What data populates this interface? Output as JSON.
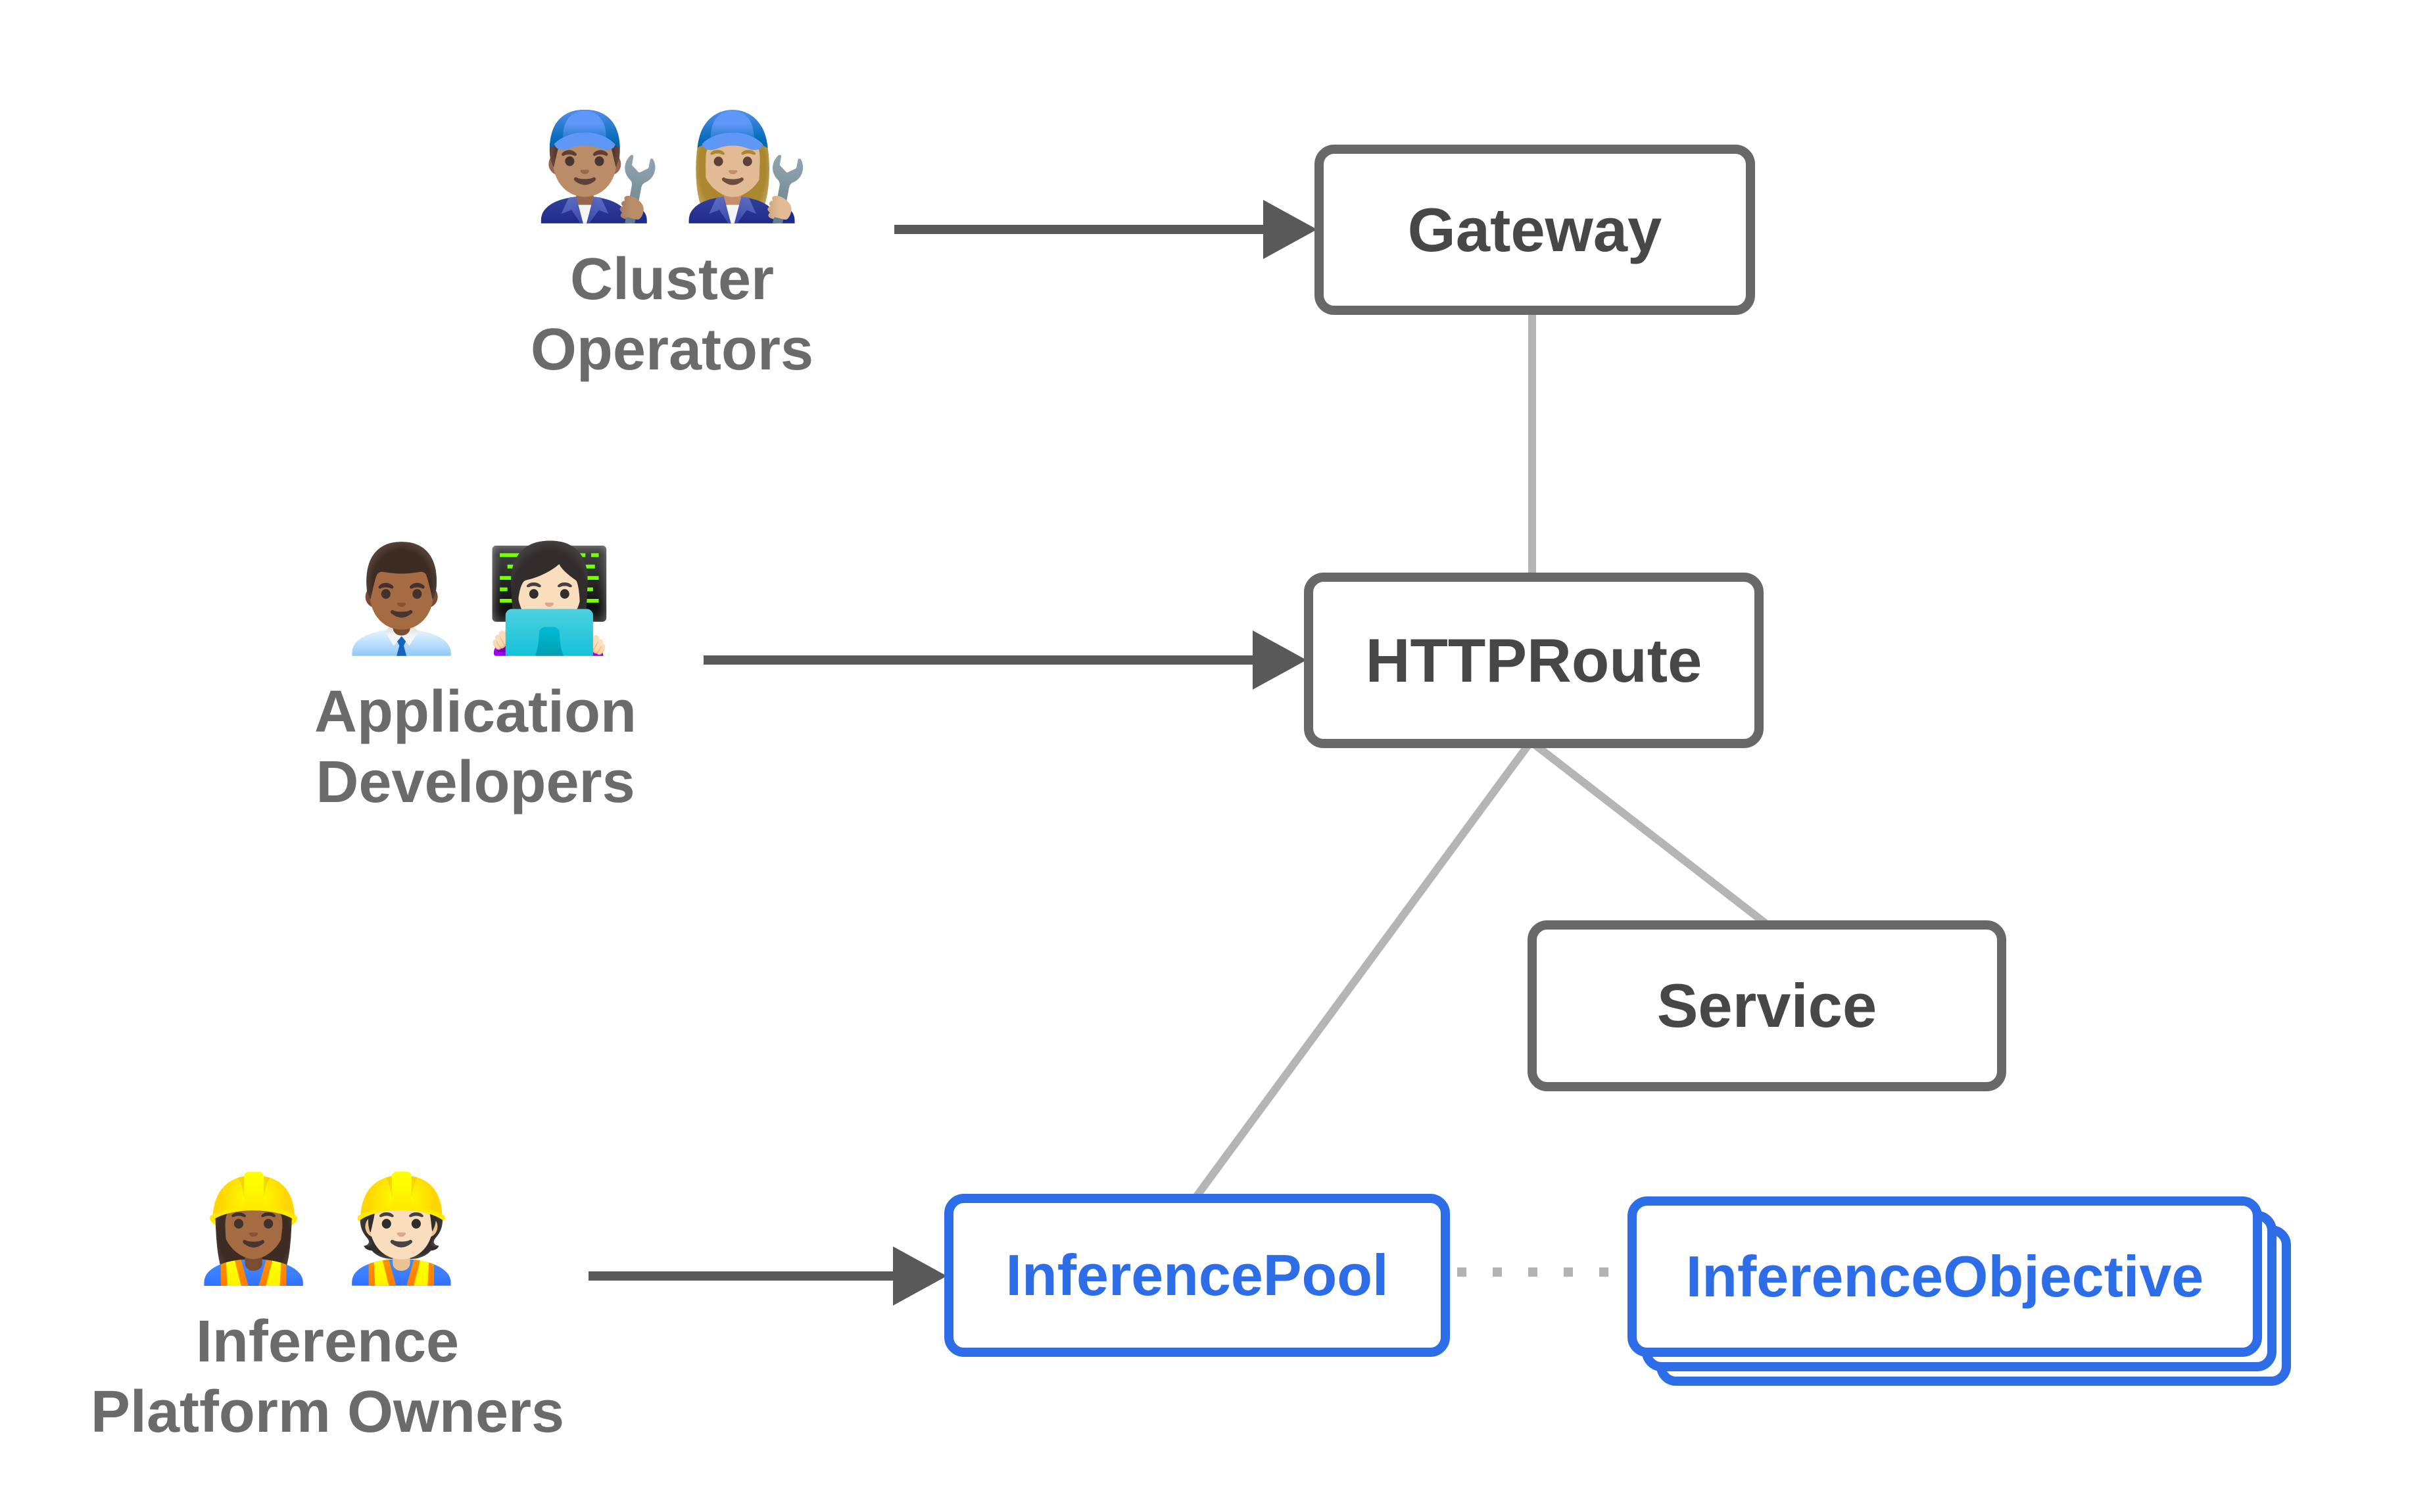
{
  "colors": {
    "page_bg": "#ffffff",
    "accent_blue": "#2d6ee8",
    "box_border_gray": "#686868",
    "box_text_gray": "#474747",
    "label_gray": "#6b6b6b",
    "connector_gray": "#b5b5b5",
    "dotted_gray": "#b3b3b3",
    "arrow_dark": "#595959"
  },
  "actors": [
    {
      "name": "Cluster Operators",
      "emojis": [
        "👨🏽‍🔧",
        "👩🏼‍🔧"
      ],
      "label_lines": [
        "Cluster",
        "Operators"
      ]
    },
    {
      "name": "Application Developers",
      "emojis": [
        "👨🏾‍💼",
        "👩🏻‍💻"
      ],
      "label_lines": [
        "Application",
        "Developers"
      ]
    },
    {
      "name": "Inference Platform Owners",
      "emojis": [
        "👷🏾‍♀️",
        "👷🏻"
      ],
      "label_lines": [
        "Inference",
        "Platform Owners"
      ]
    }
  ],
  "nodes": [
    {
      "id": "gateway",
      "label": "Gateway",
      "style": "gray"
    },
    {
      "id": "httproute",
      "label": "HTTPRoute",
      "style": "gray"
    },
    {
      "id": "service",
      "label": "Service",
      "style": "gray"
    },
    {
      "id": "inferencepool",
      "label": "InferencePool",
      "style": "blue"
    },
    {
      "id": "inferenceobjective",
      "label": "InferenceObjective",
      "style": "blue",
      "stacked_copies": 3
    }
  ],
  "edges": [
    {
      "from": "gateway",
      "to": "httproute",
      "style": "solid-gray"
    },
    {
      "from": "httproute",
      "to": "inferencepool",
      "style": "solid-gray"
    },
    {
      "from": "httproute",
      "to": "service",
      "style": "solid-gray"
    },
    {
      "from": "inferencepool",
      "to": "inferenceobjective",
      "style": "dotted-gray"
    },
    {
      "from": "cluster-operators",
      "to": "gateway",
      "style": "dark-arrow"
    },
    {
      "from": "application-developers",
      "to": "httproute",
      "style": "dark-arrow"
    },
    {
      "from": "inference-platform-owners",
      "to": "inferencepool",
      "style": "dark-arrow"
    }
  ]
}
